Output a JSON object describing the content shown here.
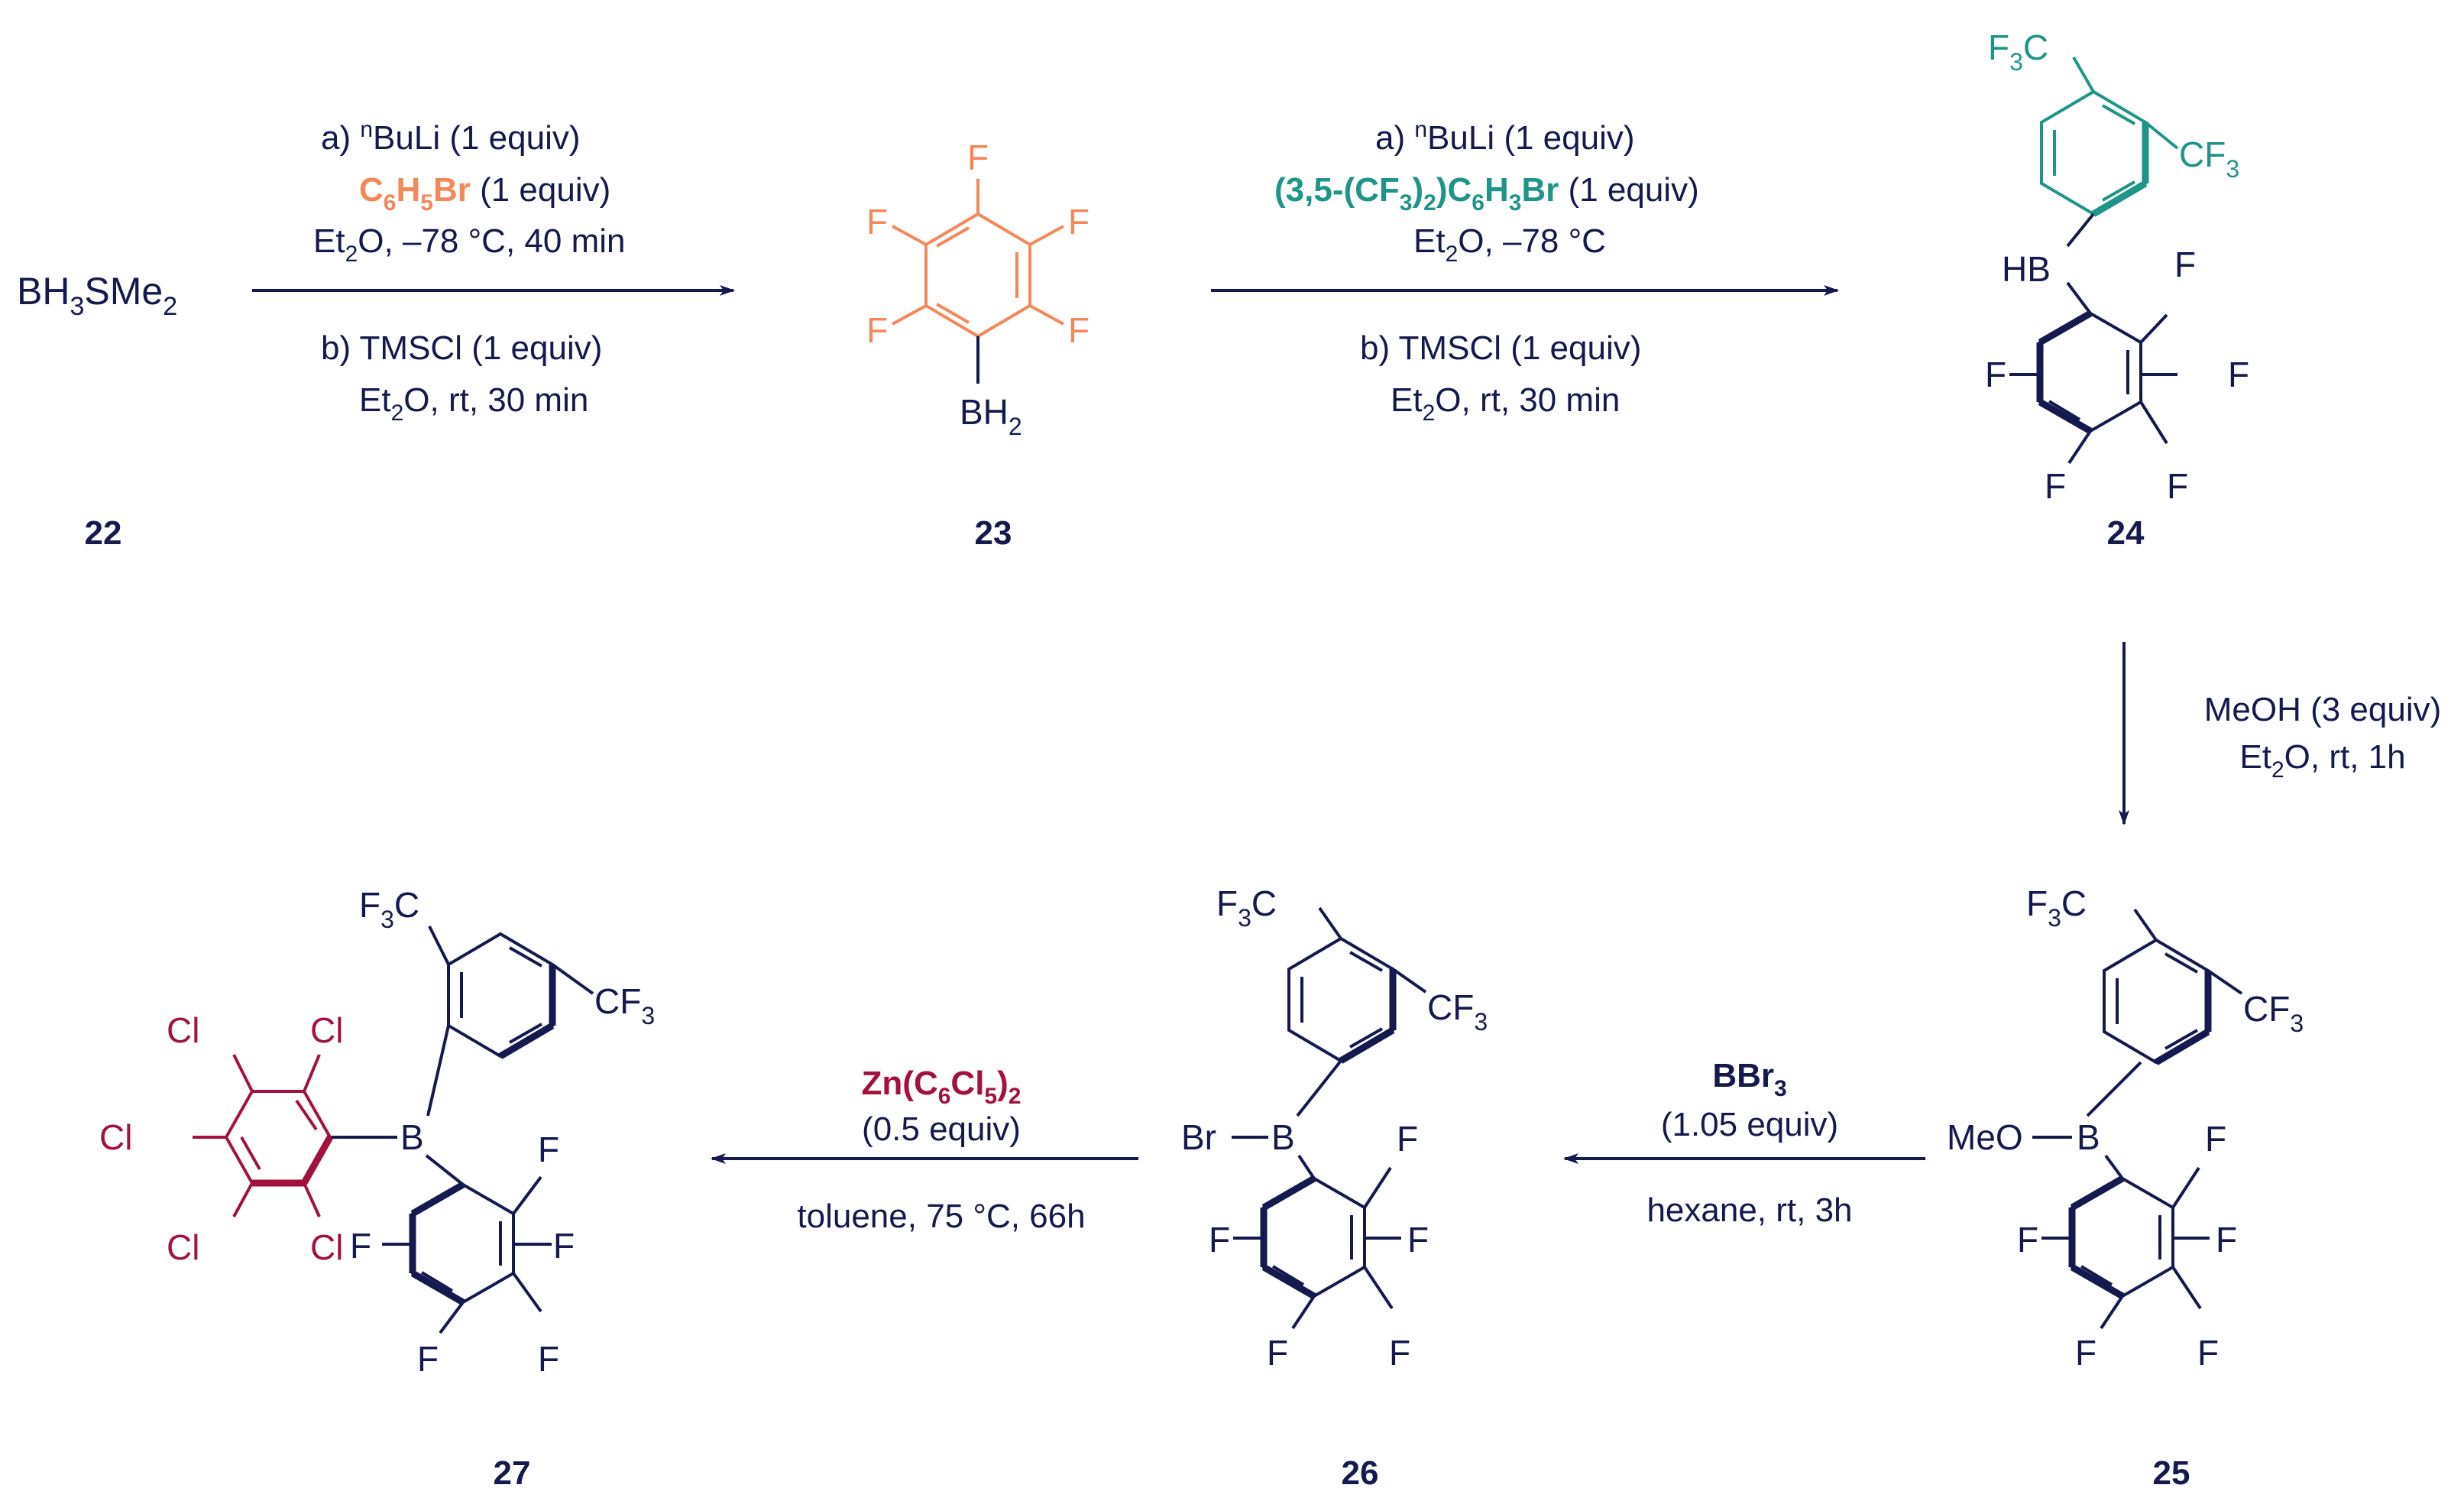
{
  "colors": {
    "ink": "#141a4d",
    "orange": "#f5885a",
    "teal": "#1f9488",
    "crimson": "#a3123e"
  },
  "compounds": {
    "c22": {
      "number": "22",
      "formula_main": "BH",
      "formula_sub1": "3",
      "formula_mid": "SMe",
      "formula_sub2": "2"
    },
    "c23": {
      "number": "23",
      "boron_group": "BH",
      "boron_sub": "2",
      "substituent": "F"
    },
    "c24": {
      "number": "24",
      "boron_group": "HB",
      "aryl_group": "F",
      "aryl_group_sub": "3",
      "aryl_group_end": "C",
      "cf3_main": "CF",
      "cf3_sub": "3",
      "substituent": "F"
    },
    "c25": {
      "number": "25",
      "boron_group": "MeO",
      "boron_atom": "B"
    },
    "c26": {
      "number": "26",
      "boron_group": "Br",
      "boron_atom": "B"
    },
    "c27": {
      "number": "27",
      "boron_atom": "B",
      "chloro": "Cl"
    }
  },
  "steps": {
    "s1": {
      "line_a": "a) ",
      "line_a_sup": "n",
      "line_a_rest": "BuLi (1 equiv)",
      "reagent_main": "C",
      "reagent_sub1": "6",
      "reagent_mid": "H",
      "reagent_sub2": "5",
      "reagent_end": "Br",
      "reagent_equiv": " (1 equiv)",
      "cond_a_pre": "Et",
      "cond_a_sub": "2",
      "cond_a_post": "O, –78 °C, 40 min",
      "line_b": "b) TMSCl (1 equiv)",
      "cond_b_pre": "Et",
      "cond_b_sub": "2",
      "cond_b_post": "O, rt, 30 min"
    },
    "s2": {
      "line_a": "a) ",
      "line_a_sup": "n",
      "line_a_rest": "BuLi (1 equiv)",
      "reagent_p1": "(3,5-(CF",
      "reagent_s1": "3",
      "reagent_p2": ")",
      "reagent_s2": "2",
      "reagent_p3": ")C",
      "reagent_s3": "6",
      "reagent_p4": "H",
      "reagent_s4": "3",
      "reagent_p5": "Br",
      "reagent_equiv": " (1 equiv)",
      "cond_a_pre": "Et",
      "cond_a_sub": "2",
      "cond_a_post": "O, –78 °C",
      "line_b": "b) TMSCl (1 equiv)",
      "cond_b_pre": "Et",
      "cond_b_sub": "2",
      "cond_b_post": "O, rt, 30 min"
    },
    "s3": {
      "line1": "MeOH (3 equiv)",
      "cond_pre": "Et",
      "cond_sub": "2",
      "cond_post": "O, rt, 1h"
    },
    "s4": {
      "reagent_main": "BBr",
      "reagent_sub": "3",
      "equiv": "(1.05 equiv)",
      "conditions": "hexane, rt, 3h"
    },
    "s5": {
      "reagent_p1": "Zn(C",
      "reagent_s1": "6",
      "reagent_p2": "Cl",
      "reagent_s2": "5",
      "reagent_p3": ")",
      "reagent_s3": "2",
      "equiv": "(0.5 equiv)",
      "conditions": "toluene, 75 °C, 66h"
    }
  }
}
